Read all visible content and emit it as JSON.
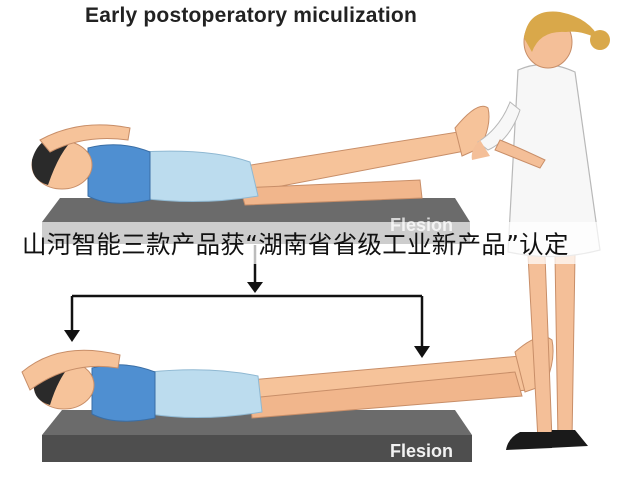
{
  "figure": {
    "title": "Early postoperatory miculization",
    "table_label_top": "Flesion",
    "table_label_bottom": "Flesion"
  },
  "caption": {
    "text": "山河智能三款产品获“湖南省省级工业新产品”认定"
  },
  "colors": {
    "skin": "#f6c39a",
    "shirt": "#4f8fd1",
    "shorts": "#bcdcee",
    "hair_patient": "#2a2a2a",
    "hair_nurse": "#d9a84a",
    "coat": "#f7f7f7",
    "table": "#5a5a5a",
    "arrow": "#111111"
  }
}
